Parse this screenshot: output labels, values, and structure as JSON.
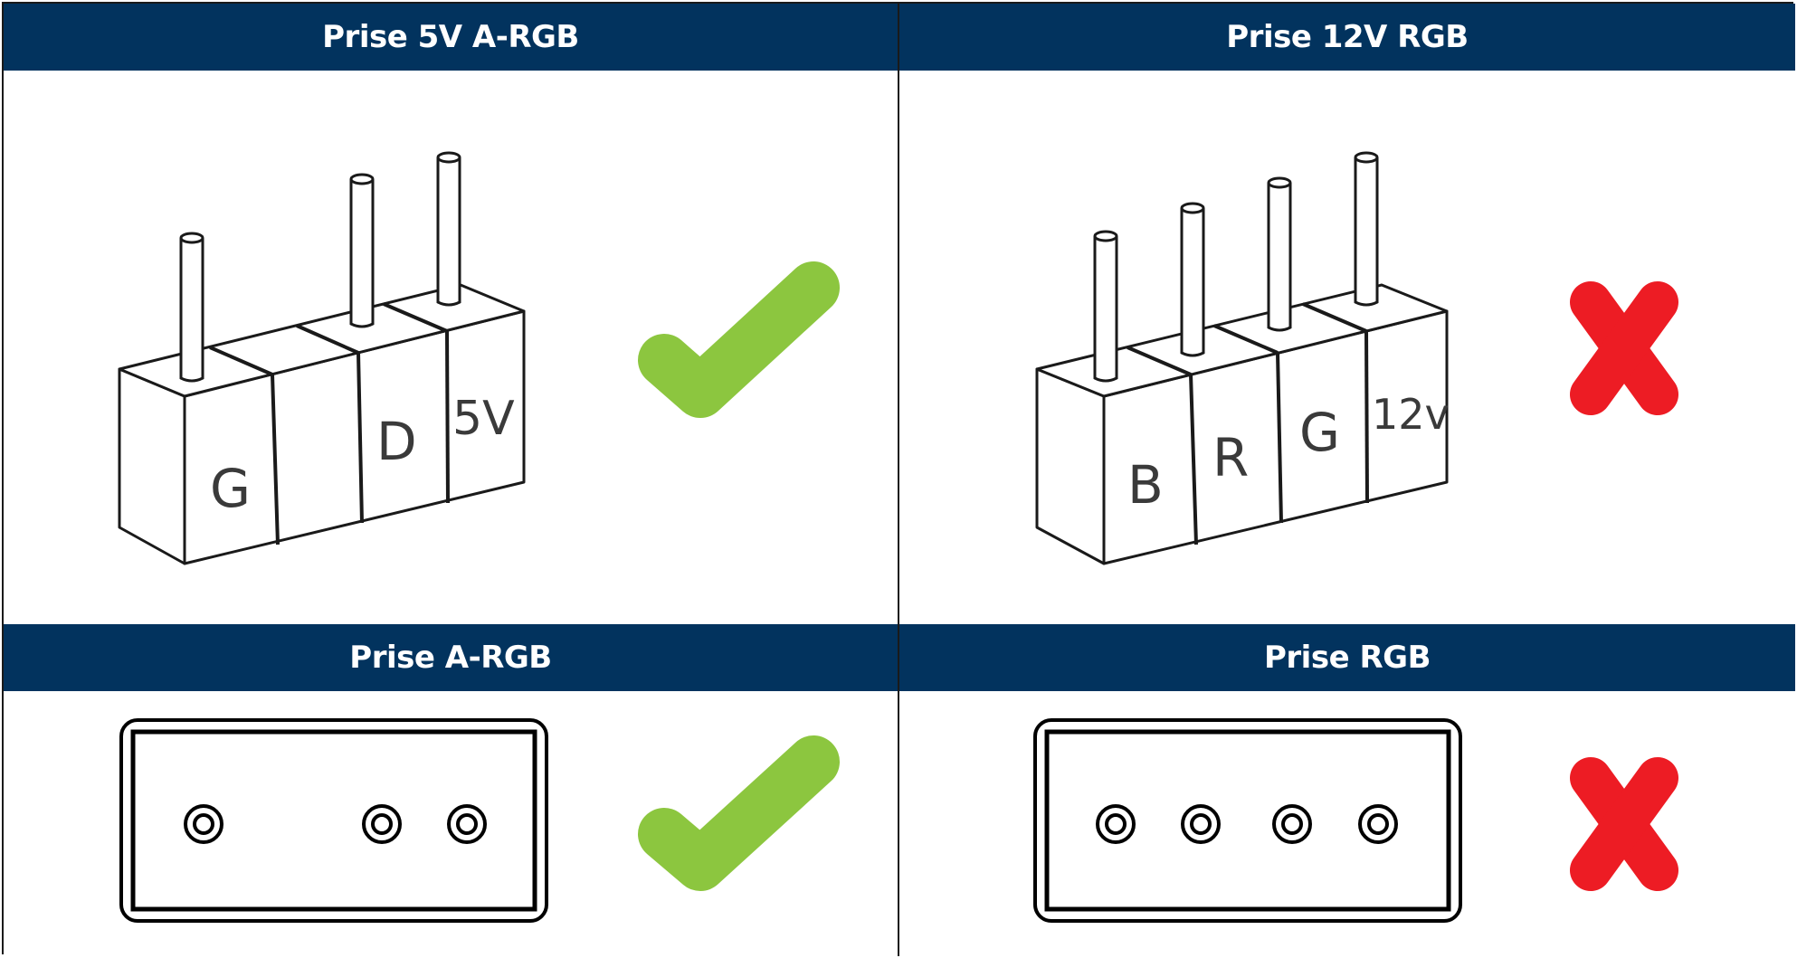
{
  "headers": {
    "top_left": "Prise 5V A-RGB",
    "top_right": "Prise 12V RGB",
    "bottom_left": "Prise A-RGB",
    "bottom_right": "Prise RGB"
  },
  "pin_labels": {
    "argb": [
      "G",
      "",
      "D",
      "5V"
    ],
    "rgb": [
      "B",
      "R",
      "G",
      "12v"
    ]
  },
  "colors": {
    "header_bg": "#02335e",
    "header_text": "#ffffff",
    "check": "#8cc63f",
    "cross": "#ed1c24",
    "line": "#1a1a1a"
  },
  "status": {
    "argb_header": "compatible",
    "rgb_header": "incompatible",
    "argb_socket": "compatible",
    "rgb_socket": "incompatible"
  }
}
